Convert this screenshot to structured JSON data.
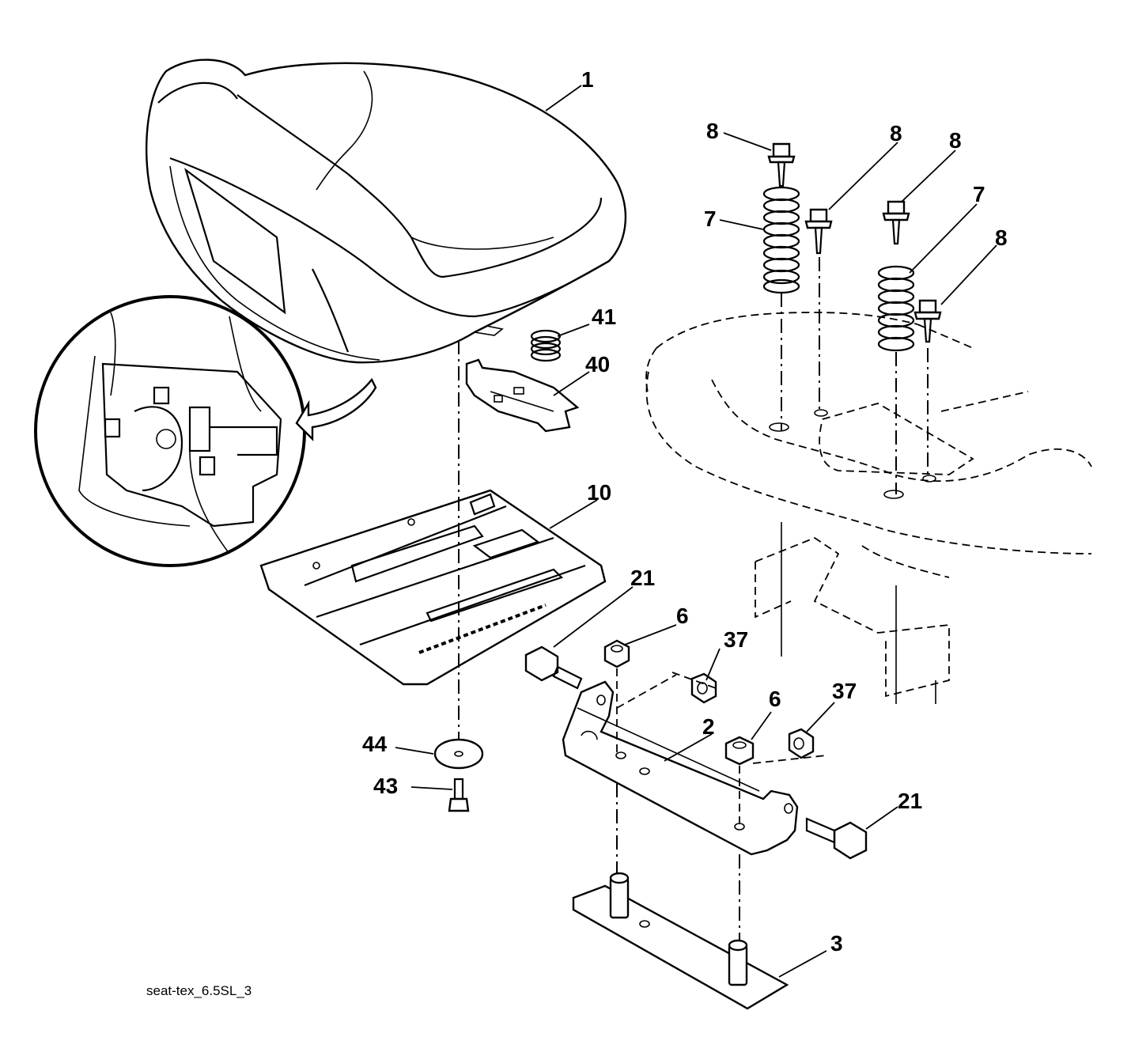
{
  "callouts": [
    {
      "id": "c1",
      "label": "1"
    },
    {
      "id": "c8a",
      "label": "8"
    },
    {
      "id": "c8b",
      "label": "8"
    },
    {
      "id": "c8c",
      "label": "8"
    },
    {
      "id": "c7a",
      "label": "7"
    },
    {
      "id": "c7b",
      "label": "7"
    },
    {
      "id": "c8d",
      "label": "8"
    },
    {
      "id": "c41",
      "label": "41"
    },
    {
      "id": "c40",
      "label": "40"
    },
    {
      "id": "c10",
      "label": "10"
    },
    {
      "id": "c21a",
      "label": "21"
    },
    {
      "id": "c6a",
      "label": "6"
    },
    {
      "id": "c37a",
      "label": "37"
    },
    {
      "id": "c6b",
      "label": "6"
    },
    {
      "id": "c37b",
      "label": "37"
    },
    {
      "id": "c2",
      "label": "2"
    },
    {
      "id": "c44",
      "label": "44"
    },
    {
      "id": "c43",
      "label": "43"
    },
    {
      "id": "c21b",
      "label": "21"
    },
    {
      "id": "c3",
      "label": "3"
    }
  ],
  "caption": "seat-tex_6.5SL_3"
}
